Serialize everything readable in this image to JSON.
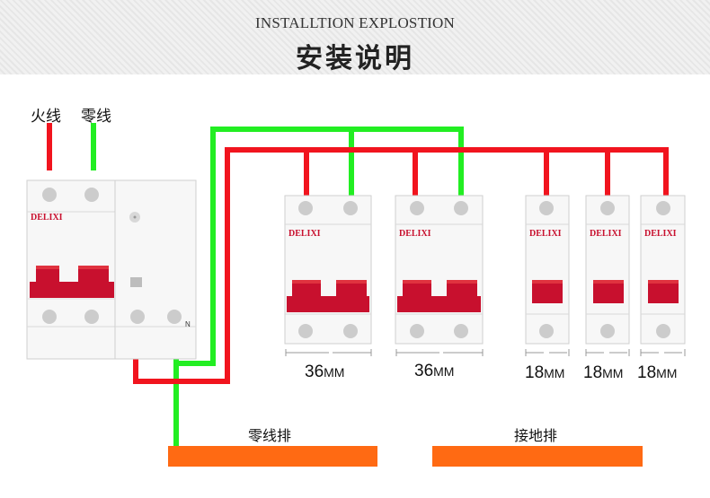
{
  "header": {
    "subtitle": "INSTALLTION EXPLOSTION",
    "title": "安装说明"
  },
  "labels": {
    "live_wire": "火线",
    "neutral_wire": "零线"
  },
  "breakers": {
    "brand": "DELIXI",
    "main_n_label": "N",
    "widths": [
      {
        "value": "36",
        "unit": "MM"
      },
      {
        "value": "36",
        "unit": "MM"
      },
      {
        "value": "18",
        "unit": "MM"
      },
      {
        "value": "18",
        "unit": "MM"
      },
      {
        "value": "18",
        "unit": "MM"
      }
    ]
  },
  "busbars": {
    "neutral": "零线排",
    "ground": "接地排"
  },
  "colors": {
    "live": "#f1141e",
    "neutral": "#22ee22",
    "breaker_handle": "#c8102e",
    "busbar": "#ff6a13"
  }
}
